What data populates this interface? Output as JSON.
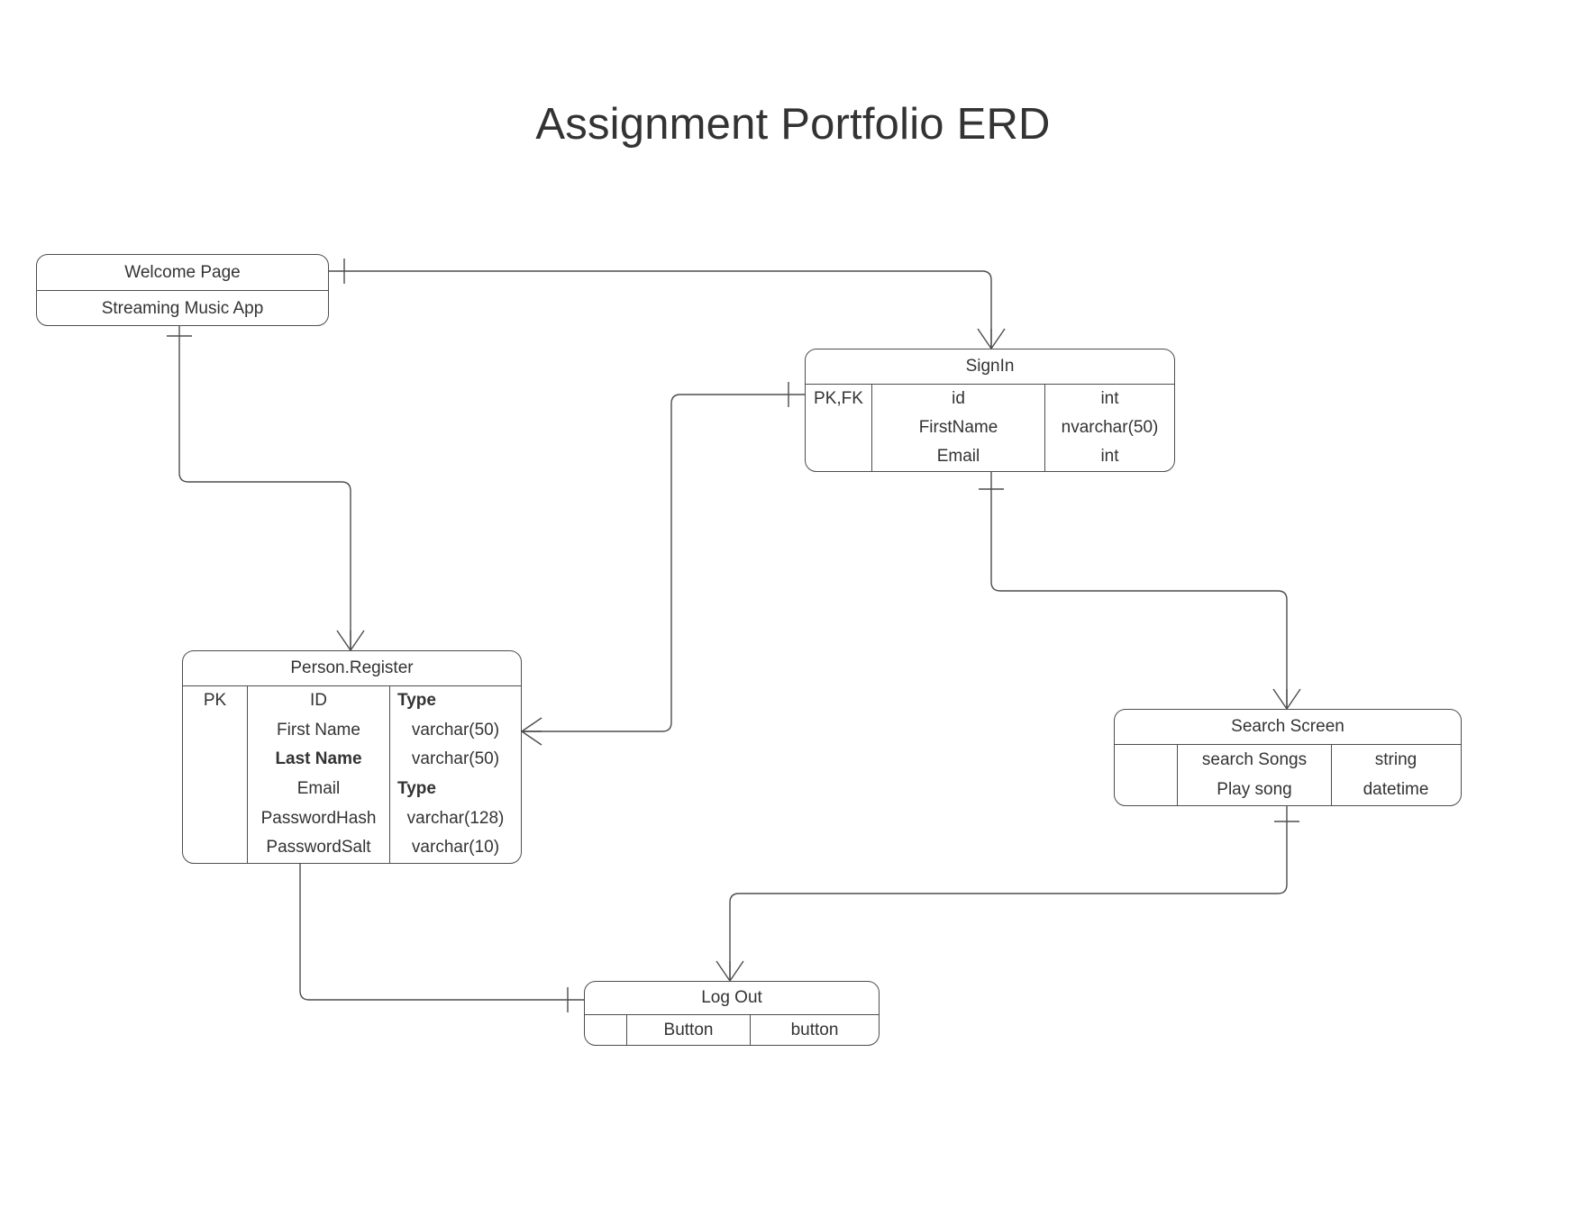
{
  "diagram": {
    "title": "Assignment Portfolio ERD",
    "type": "entity-relationship-diagram",
    "line_color": "#4d4d4d",
    "text_color": "#333333",
    "background": "#ffffff"
  },
  "entities": {
    "welcome": {
      "name": "Welcome Page",
      "subtitle": "Streaming Music App"
    },
    "signin": {
      "name": "SignIn",
      "key_label": "PK,FK",
      "rows": [
        {
          "key": "PK,FK",
          "field": "id",
          "type": "int"
        },
        {
          "key": "",
          "field": "FirstName",
          "type": "nvarchar(50)"
        },
        {
          "key": "",
          "field": "Email",
          "type": "int"
        }
      ]
    },
    "person": {
      "name": "Person.Register",
      "key_label": "PK",
      "rows": [
        {
          "key": "PK",
          "field": "ID",
          "type": "Type"
        },
        {
          "key": "",
          "field": "First Name",
          "type": "varchar(50)"
        },
        {
          "key": "",
          "field": "Last Name",
          "type": "varchar(50)"
        },
        {
          "key": "",
          "field": "Email",
          "type": "Type"
        },
        {
          "key": "",
          "field": "PasswordHash",
          "type": "varchar(128)"
        },
        {
          "key": "",
          "field": "PasswordSalt",
          "type": "varchar(10)"
        }
      ]
    },
    "search": {
      "name": "Search Screen",
      "key_label": "",
      "rows": [
        {
          "key": "",
          "field": "search Songs",
          "type": "string"
        },
        {
          "key": "",
          "field": "Play song",
          "type": "datetime"
        }
      ]
    },
    "logout": {
      "name": "Log Out",
      "key_label": "",
      "rows": [
        {
          "key": "",
          "field": "Button",
          "type": "button"
        }
      ]
    }
  },
  "relationships": [
    {
      "id": "welcome-signin",
      "from": "Welcome Page",
      "to": "SignIn",
      "from_cardinality": "one",
      "to_cardinality": "many"
    },
    {
      "id": "welcome-person",
      "from": "Welcome Page",
      "to": "Person.Register",
      "from_cardinality": "one",
      "to_cardinality": "many"
    },
    {
      "id": "person-signin",
      "from": "Person.Register",
      "to": "SignIn",
      "from_cardinality": "many",
      "to_cardinality": "one"
    },
    {
      "id": "signin-search",
      "from": "SignIn",
      "to": "Search Screen",
      "from_cardinality": "one",
      "to_cardinality": "many"
    },
    {
      "id": "search-logout",
      "from": "Search Screen",
      "to": "Log Out",
      "from_cardinality": "one",
      "to_cardinality": "many"
    },
    {
      "id": "person-logout",
      "from": "Person.Register",
      "to": "Log Out",
      "from_cardinality": "many",
      "to_cardinality": "one"
    }
  ]
}
